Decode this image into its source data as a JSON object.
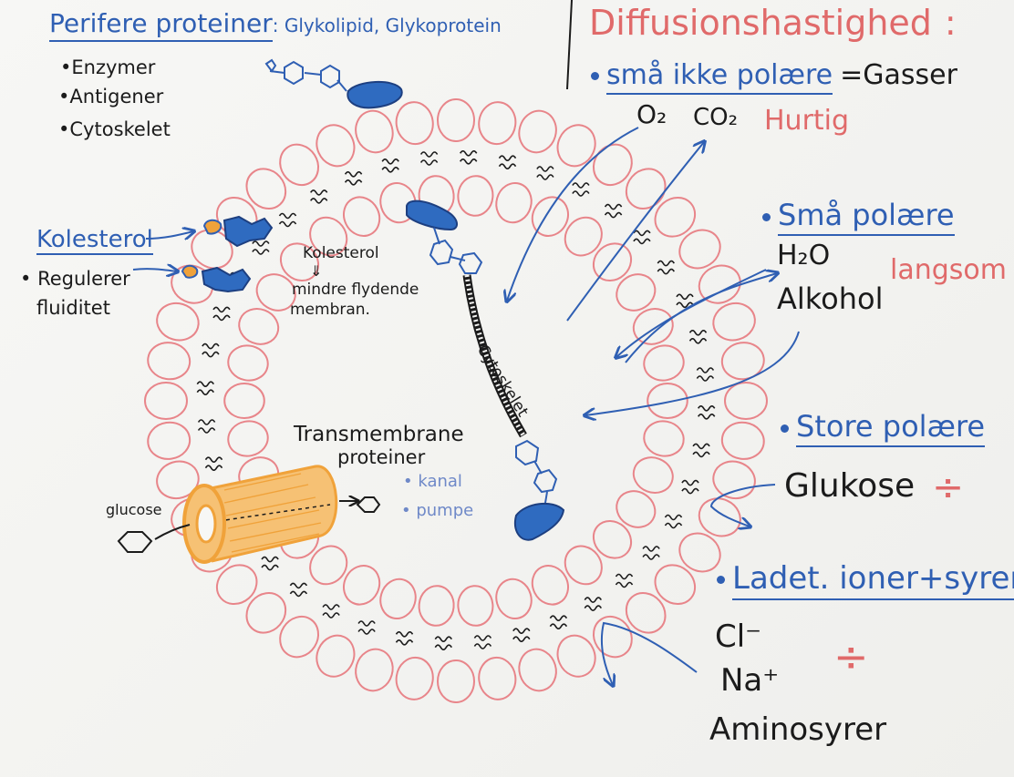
{
  "left_notes": {
    "title": "Perifere proteiner",
    "title_suffix": ": Glykolipid, Glykoprotein",
    "bullets": [
      "Enzymer",
      "Antigener",
      "Cytoskelet"
    ]
  },
  "cholesterol_note": {
    "title": "Kolesterol",
    "line1": "Regulerer",
    "line2": "fluiditet"
  },
  "inner_labels": {
    "kolesterol": "Kolesterol",
    "arrow": "⇓",
    "line1": "mindre flydende",
    "line2": "membran.",
    "cytoskelet": "Cytoskelet"
  },
  "transmembrane": {
    "title1": "Transmembrane",
    "title2": "proteiner",
    "items": [
      "kanal",
      "pumpe"
    ],
    "glucose": "glucose"
  },
  "diffusion": {
    "title": "Diffusionshastighed",
    "title_suffix": ":",
    "small_nonpolar": "små ikke polære",
    "gasses": "=Gasser",
    "o2": "O₂",
    "co2": "CO₂",
    "fast": "Hurtig",
    "small_polar": "Små polære",
    "h2o": "H₂O",
    "alcohol": "Alkohol",
    "slow": "langsom",
    "large_polar": "Store polære",
    "glucose": "Glukose",
    "blocked": "÷",
    "charged": "Ladet. ioner+syrer",
    "cl": "Cl⁻",
    "na": "Na⁺",
    "amino": "Aminosyrer",
    "blocked2": "÷"
  },
  "colors": {
    "marker_blue": "#2f5fb3",
    "marker_red": "#e06a6a",
    "marker_black": "#1b1b1b",
    "orange": "#f0a23a"
  }
}
